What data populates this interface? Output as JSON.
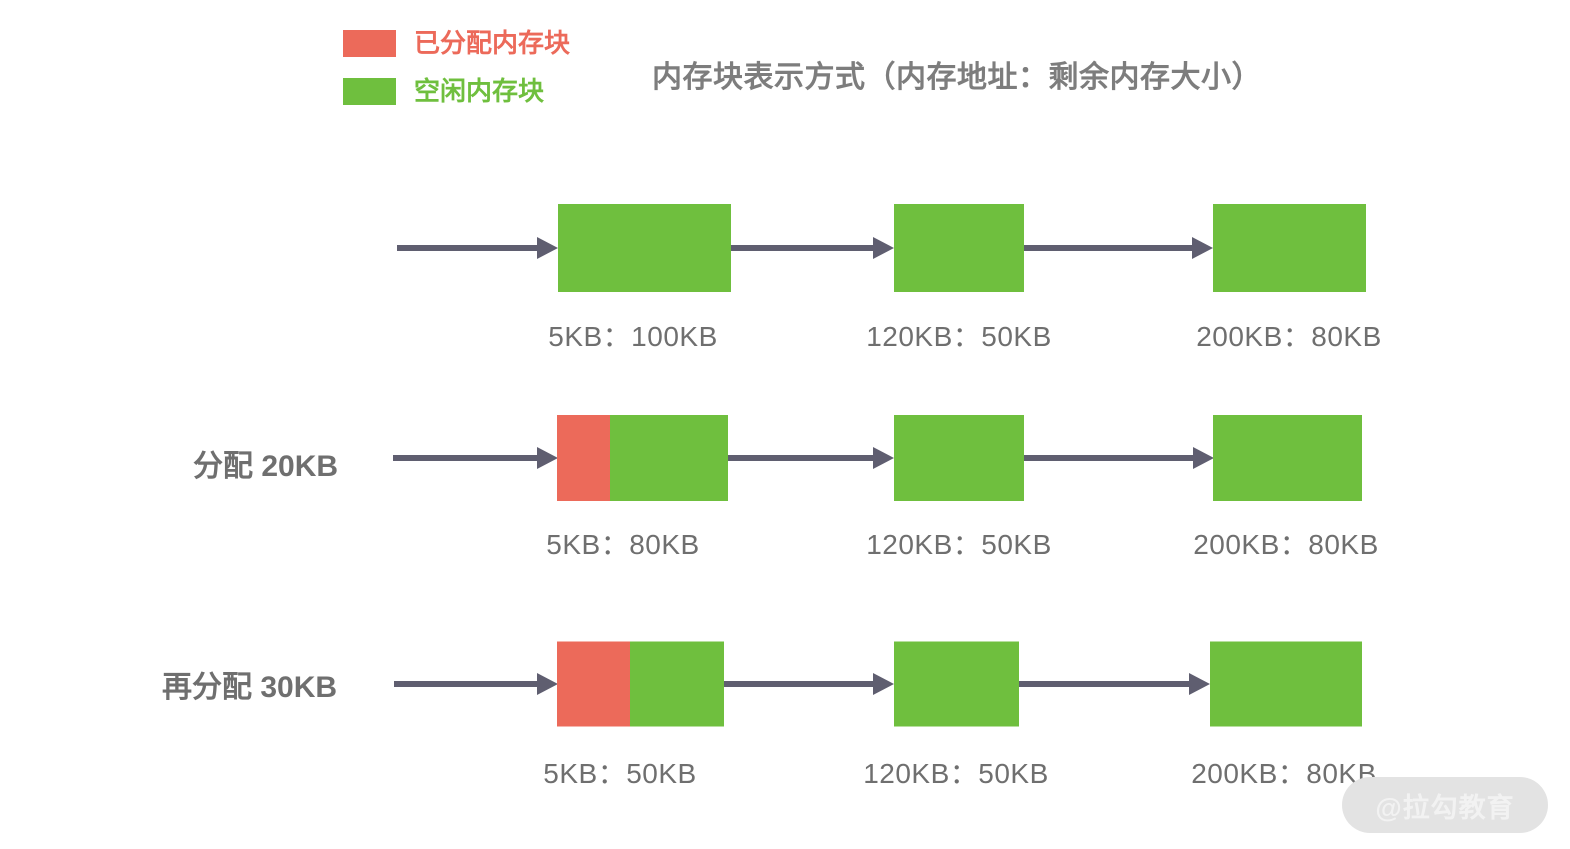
{
  "title": "内存块表示方式（内存地址：剩余内存大小）",
  "legend": {
    "items": [
      {
        "label": "已分配内存块",
        "color": "#ec6a5a",
        "swatch_name": "allocated-swatch"
      },
      {
        "label": "空闲内存块",
        "color": "#6fbf3e",
        "swatch_name": "free-swatch"
      }
    ]
  },
  "colors": {
    "allocated": "#ec6a5a",
    "free": "#6fbf3e",
    "arrow": "#5f5e70",
    "text": "#6f6f6f",
    "title_text": "#7d7d7d",
    "background": "#ffffff",
    "watermark_pill": "#e3e3e3",
    "watermark_text": "#f2f2f2"
  },
  "rows": [
    {
      "id": "row-initial",
      "label": "",
      "blocks": [
        {
          "label": "5KB：100KB",
          "used_pct": 0,
          "free_pct": 100
        },
        {
          "label": "120KB：50KB",
          "used_pct": 0,
          "free_pct": 100
        },
        {
          "label": "200KB：80KB",
          "used_pct": 0,
          "free_pct": 100
        }
      ]
    },
    {
      "id": "row-allocate-20kb",
      "label": "分配 20KB",
      "blocks": [
        {
          "label": "5KB：80KB",
          "used_pct": 31,
          "free_pct": 69
        },
        {
          "label": "120KB：50KB",
          "used_pct": 0,
          "free_pct": 100
        },
        {
          "label": "200KB：80KB",
          "used_pct": 0,
          "free_pct": 100
        }
      ]
    },
    {
      "id": "row-allocate-30kb",
      "label": "再分配 30KB",
      "blocks": [
        {
          "label": "5KB：50KB",
          "used_pct": 44,
          "free_pct": 56
        },
        {
          "label": "120KB：50KB",
          "used_pct": 0,
          "free_pct": 100
        },
        {
          "label": "200KB：80KB",
          "used_pct": 0,
          "free_pct": 100
        }
      ]
    }
  ],
  "watermark": "@拉勾教育"
}
